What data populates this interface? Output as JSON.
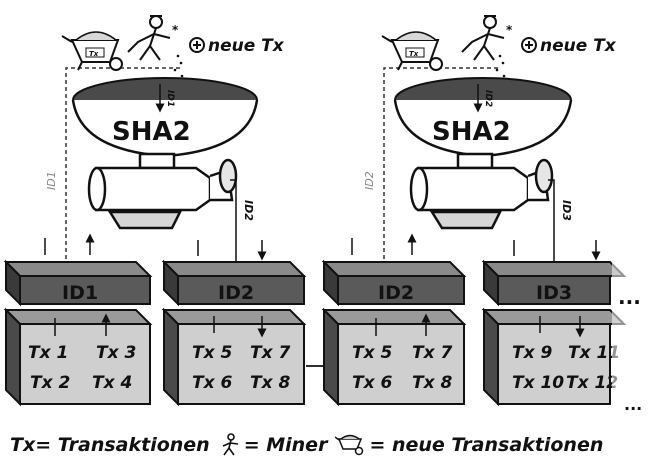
{
  "stages": [
    {
      "hash_label": "SHA2",
      "input_label": "ID1",
      "output_label": "ID2",
      "new_tx_label": "neue Tx",
      "wheelbarrow_label": "Tx"
    },
    {
      "hash_label": "SHA2",
      "input_label": "ID2",
      "output_label": "ID3",
      "new_tx_label": "neue Tx",
      "wheelbarrow_label": "Tx"
    }
  ],
  "blocks": [
    {
      "id": "ID1",
      "tx": [
        "Tx 1",
        "Tx 3",
        "Tx 2",
        "Tx 4"
      ]
    },
    {
      "id": "ID2",
      "tx": [
        "Tx 5",
        "Tx 7",
        "Tx 6",
        "Tx 8"
      ]
    },
    {
      "id": "ID2",
      "tx": [
        "Tx 5",
        "Tx 7",
        "Tx 6",
        "Tx 8"
      ]
    },
    {
      "id": "ID3",
      "tx": [
        "Tx 9",
        "Tx 11",
        "Tx 10",
        "Tx 12"
      ]
    }
  ],
  "side_labels": [
    "ID1",
    "ID2"
  ],
  "continuation": "...",
  "legend": {
    "tx_term": "Tx",
    "tx_meaning": "= Transaktionen",
    "miner_meaning": "= Miner",
    "new_tx_meaning": "= neue Transaktionen"
  },
  "colors": {
    "ink": "#111111",
    "bowl_dark": "#4a4a4a",
    "block_top": "#5a5a5a",
    "block_front": "#cfcfcf",
    "paper": "#ffffff"
  }
}
